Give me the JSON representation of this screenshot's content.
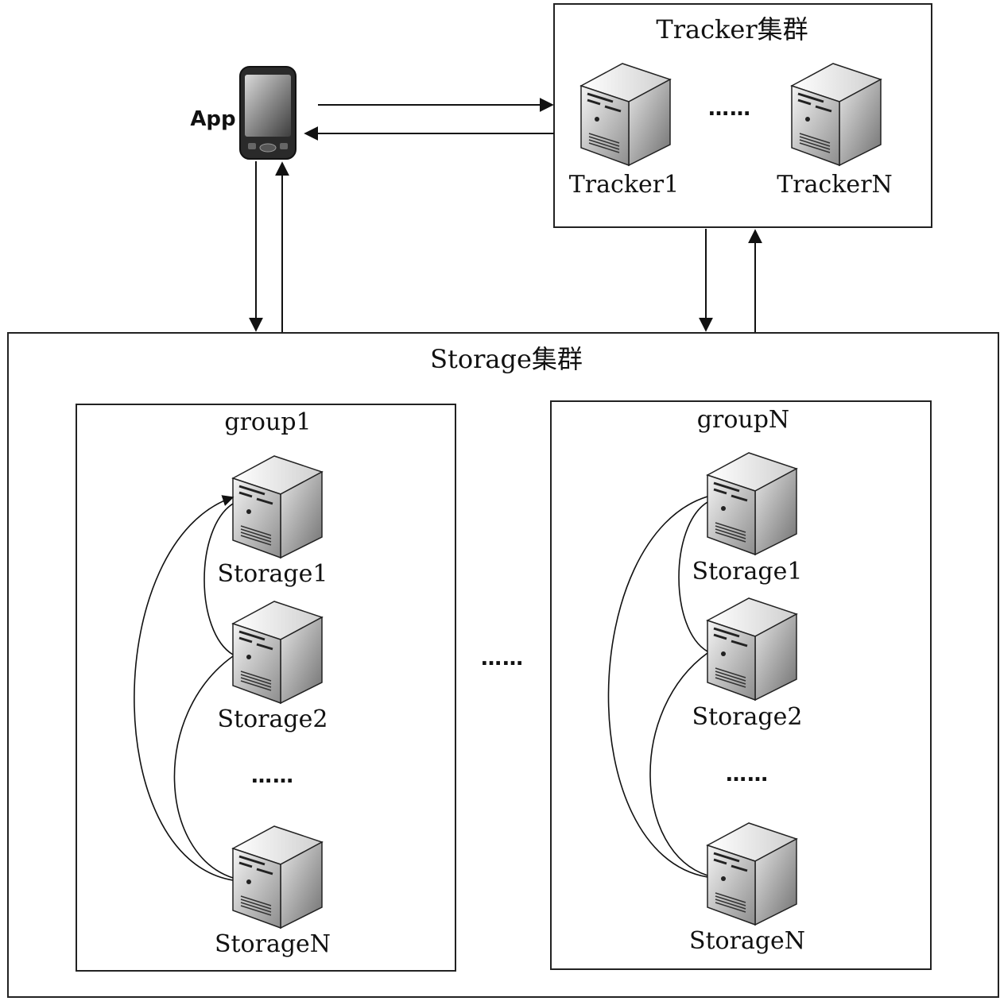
{
  "app": {
    "label": "App"
  },
  "tracker_cluster": {
    "title": "Tracker集群",
    "servers": [
      "Tracker1",
      "TrackerN"
    ],
    "ellipsis": "……"
  },
  "storage_cluster": {
    "title": "Storage集群",
    "between_groups_ellipsis": "……",
    "groups": [
      {
        "name": "group1",
        "servers": [
          "Storage1",
          "Storage2",
          "StorageN"
        ],
        "ellipsis": "……"
      },
      {
        "name": "groupN",
        "servers": [
          "Storage1",
          "Storage2",
          "StorageN"
        ],
        "ellipsis": "……"
      }
    ]
  }
}
